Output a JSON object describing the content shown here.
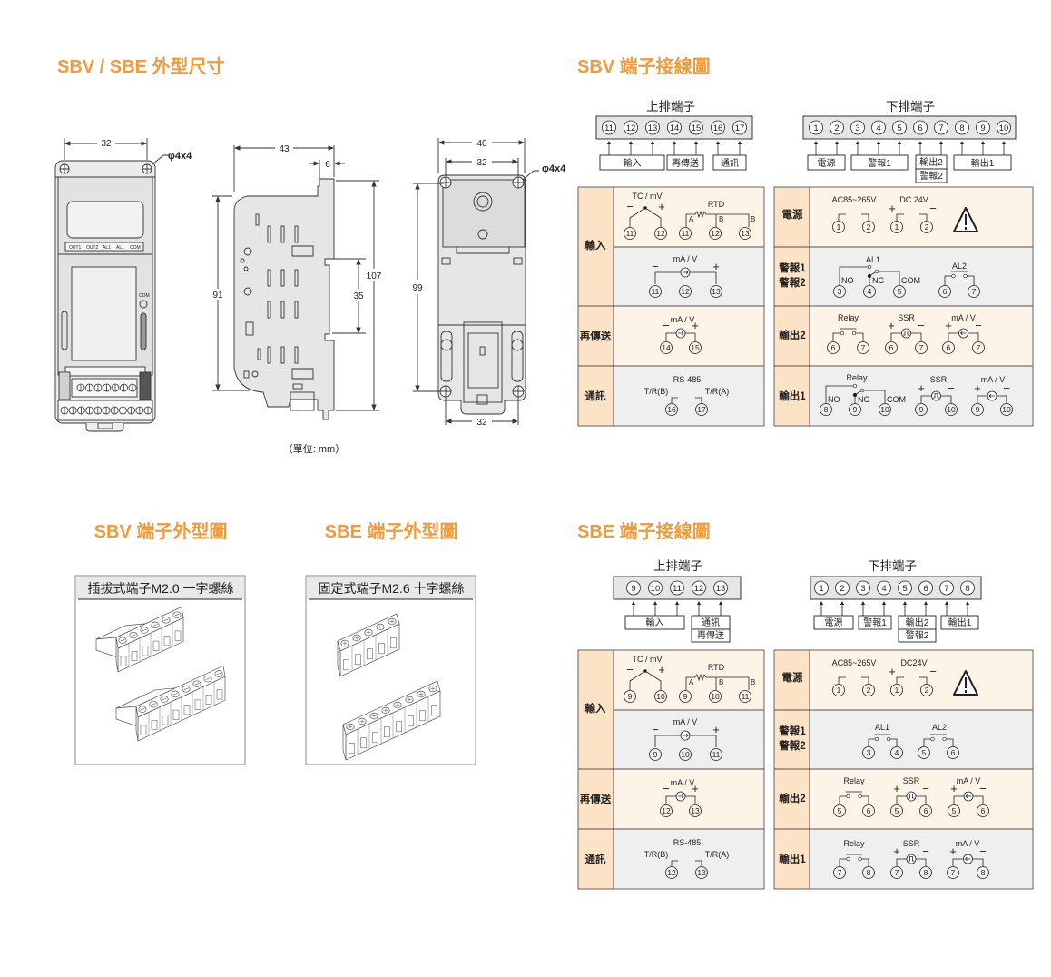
{
  "titles": {
    "dimensions": "SBV / SBE 外型尺寸",
    "sbv_wiring": "SBV 端子接線圖",
    "sbv_terminal": "SBV 端子外型圖",
    "sbe_terminal": "SBE 端子外型圖",
    "sbe_wiring": "SBE 端子接線圖"
  },
  "symbols": {
    "minus": "−",
    "plus": "+"
  },
  "dimensions": {
    "front_width": "32",
    "front_hole": "φ4x4",
    "front_labels": [
      "OUT1",
      "OUT2",
      "AL1",
      "AL1",
      "COM"
    ],
    "com_label": "COM",
    "side_depth": "43",
    "side_step": "6",
    "side_height": "91",
    "rail_height": "35",
    "total_height": "107",
    "back_width": "40",
    "back_hole_spacing": "32",
    "back_hole": "φ4x4",
    "back_height": "99",
    "back_bottom_width": "32",
    "unit": "（單位: mm）"
  },
  "terminal_photos": {
    "sbv_caption": "插拔式端子M2.0 一字螺絲",
    "sbe_caption": "固定式端子M2.6 十字螺絲"
  },
  "sbv": {
    "upper": {
      "title": "上排端子",
      "terminals": [
        "11",
        "12",
        "13",
        "14",
        "15",
        "16",
        "17"
      ],
      "groups": [
        "輸入",
        "再傳送",
        "通訊"
      ]
    },
    "lower": {
      "title": "下排端子",
      "terminals": [
        "1",
        "2",
        "3",
        "4",
        "5",
        "6",
        "7",
        "8",
        "9",
        "10"
      ],
      "groups": [
        "電源",
        "警報1",
        "輸出2",
        "警報2",
        "輸出1"
      ]
    },
    "left_rows": [
      "輸入",
      "再傳送",
      "通訊"
    ],
    "right_rows": [
      "電源",
      "警報1",
      "警報2",
      "輸出2",
      "輸出1"
    ],
    "tc": {
      "label": "TC / mV",
      "terms": [
        "11",
        "12"
      ]
    },
    "rtd": {
      "label": "RTD",
      "a": "A",
      "b": "B",
      "terms": [
        "11",
        "12",
        "13"
      ]
    },
    "input_ma": {
      "label": "mA / V",
      "terms": [
        "11",
        "12",
        "13"
      ]
    },
    "retrans": {
      "label": "mA / V",
      "terms": [
        "14",
        "15"
      ]
    },
    "comm": {
      "label": "RS-485",
      "b": "T/R(B)",
      "a": "T/R(A)",
      "terms": [
        "16",
        "17"
      ]
    },
    "power": {
      "ac": "AC85~265V",
      "dc": "DC 24V",
      "terms": [
        "1",
        "2",
        "1",
        "2"
      ]
    },
    "alarm": {
      "al1": "AL1",
      "al2": "AL2",
      "no": "NO",
      "nc": "NC",
      "com": "COM",
      "al1_terms": [
        "3",
        "4",
        "5"
      ],
      "al2_terms": [
        "6",
        "7"
      ]
    },
    "out2": {
      "relay": "Relay",
      "ssr": "SSR",
      "ma": "mA / V",
      "relay_terms": [
        "6",
        "7"
      ],
      "ssr_terms": [
        "6",
        "7"
      ],
      "ma_terms": [
        "6",
        "7"
      ]
    },
    "out1": {
      "relay": "Relay",
      "ssr": "SSR",
      "ma": "mA / V",
      "no": "NO",
      "nc": "NC",
      "com": "COM",
      "relay_terms": [
        "8",
        "9",
        "10"
      ],
      "ssr_terms": [
        "9",
        "10"
      ],
      "ma_terms": [
        "9",
        "10"
      ]
    }
  },
  "sbe": {
    "upper": {
      "title": "上排端子",
      "terminals": [
        "9",
        "10",
        "11",
        "12",
        "13"
      ],
      "groups": [
        "輸入",
        "通訊",
        "再傳送"
      ]
    },
    "lower": {
      "title": "下排端子",
      "terminals": [
        "1",
        "2",
        "3",
        "4",
        "5",
        "6",
        "7",
        "8"
      ],
      "groups": [
        "電源",
        "警報1",
        "輸出2",
        "警報2",
        "輸出1"
      ]
    },
    "left_rows": [
      "輸入",
      "再傳送",
      "通訊"
    ],
    "right_rows": [
      "電源",
      "警報1",
      "警報2",
      "輸出2",
      "輸出1"
    ],
    "tc": {
      "label": "TC / mV",
      "terms": [
        "9",
        "10"
      ]
    },
    "rtd": {
      "label": "RTD",
      "a": "A",
      "b": "B",
      "terms": [
        "9",
        "10",
        "11"
      ]
    },
    "input_ma": {
      "label": "mA / V",
      "terms": [
        "9",
        "10",
        "11"
      ]
    },
    "retrans": {
      "label": "mA / V",
      "terms": [
        "12",
        "13"
      ]
    },
    "comm": {
      "label": "RS-485",
      "b": "T/R(B)",
      "a": "T/R(A)",
      "terms": [
        "12",
        "13"
      ]
    },
    "power": {
      "ac": "AC85~265V",
      "dc": "DC24V",
      "terms": [
        "1",
        "2",
        "1",
        "2"
      ]
    },
    "alarm": {
      "al1": "AL1",
      "al2": "AL2",
      "al1_terms": [
        "3",
        "4"
      ],
      "al2_terms": [
        "5",
        "6"
      ]
    },
    "out2": {
      "relay": "Relay",
      "ssr": "SSR",
      "ma": "mA / V",
      "relay_terms": [
        "5",
        "6"
      ],
      "ssr_terms": [
        "5",
        "6"
      ],
      "ma_terms": [
        "5",
        "6"
      ]
    },
    "out1": {
      "relay": "Relay",
      "ssr": "SSR",
      "ma": "mA / V",
      "relay_terms": [
        "7",
        "8"
      ],
      "ssr_terms": [
        "7",
        "8"
      ],
      "ma_terms": [
        "7",
        "8"
      ]
    }
  },
  "colors": {
    "accent": "#f39a3a",
    "label_col": "#fde3c5",
    "row_warm": "#fdf3e7",
    "row_gray": "#efefef"
  }
}
